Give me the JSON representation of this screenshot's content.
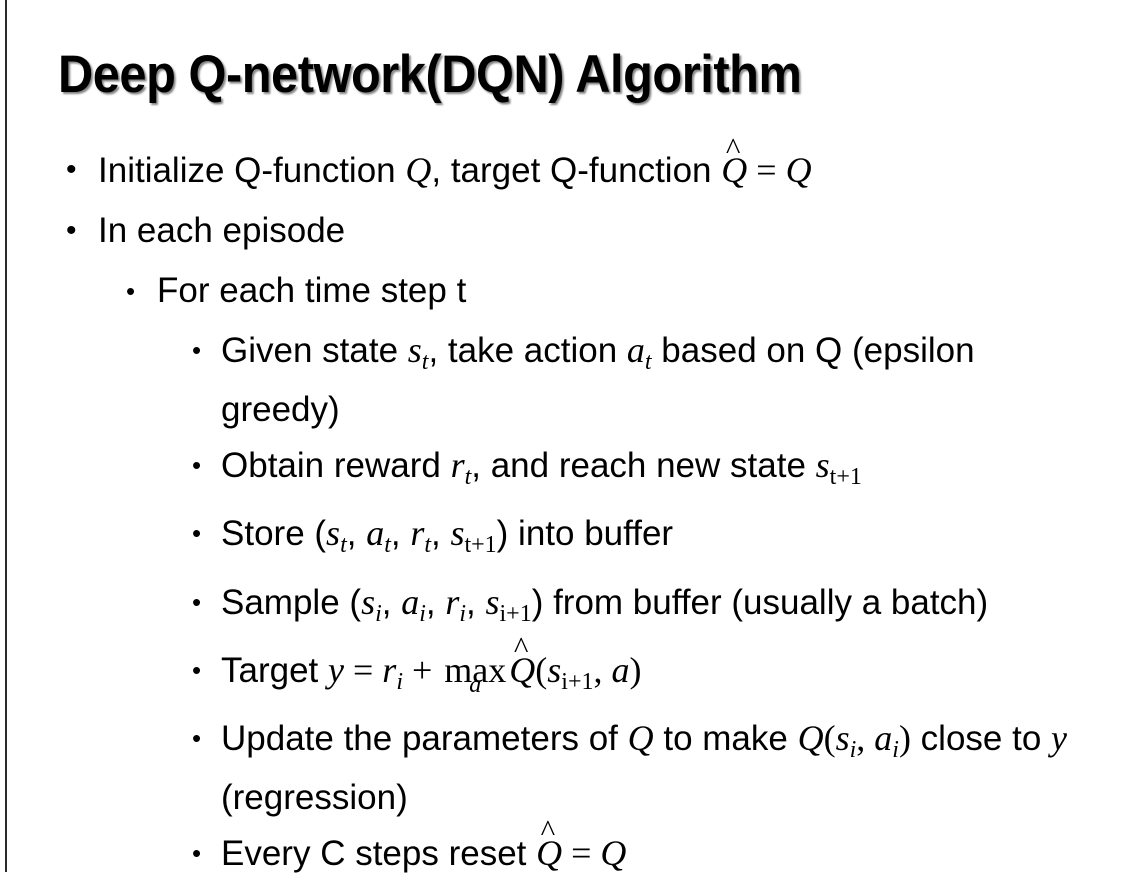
{
  "slide": {
    "title": "Deep Q-network(DQN) Algorithm",
    "background_color": "#ffffff",
    "text_color": "#000000",
    "left_rule_color": "#2b2b2b",
    "bullet_marker": "•"
  },
  "content": {
    "level1": [
      {
        "id": "initialize",
        "plain_text": "Initialize Q-function Q, target Q-function Q̂ = Q",
        "segments": {
          "t1": "Initialize Q-function ",
          "m1": "Q",
          "t2": ", target Q-function ",
          "m2": "Q",
          "hat": "̂",
          "t3": " = ",
          "m3": "Q"
        }
      },
      {
        "id": "in-each-episode",
        "plain_text": "In each episode"
      }
    ],
    "level2": [
      {
        "id": "for-each-time-step",
        "plain_text": "For each time step t"
      }
    ],
    "level3": [
      {
        "id": "given-state",
        "plain_text": "Given state s_t, take action a_t based on Q (epsilon greedy)",
        "segments": {
          "t1": "Given state ",
          "m1": "s",
          "s1": "t",
          "t2": ", take action ",
          "m2": "a",
          "s2": "t",
          "t3": " based on Q (epsilon greedy)"
        }
      },
      {
        "id": "obtain-reward",
        "plain_text": "Obtain reward r_t, and reach new state s_t+1",
        "segments": {
          "t1": "Obtain reward ",
          "m1": "r",
          "s1": "t",
          "t2": ", and reach new state ",
          "m2": "s",
          "s2": "t+1"
        }
      },
      {
        "id": "store-buffer",
        "plain_text": "Store (s_t, a_t, r_t, s_t+1) into buffer",
        "segments": {
          "t1": "Store (",
          "m1": "s",
          "s1": "t",
          "c1": ", ",
          "m2": "a",
          "s2": "t",
          "c2": ", ",
          "m3": "r",
          "s3": "t",
          "c3": ", ",
          "m4": "s",
          "s4": "t+1",
          "t2": ") into buffer"
        }
      },
      {
        "id": "sample-buffer",
        "plain_text": "Sample (s_i, a_i, r_i, s_i+1) from buffer (usually a batch)",
        "segments": {
          "t1": "Sample (",
          "m1": "s",
          "s1": "i",
          "c1": ", ",
          "m2": "a",
          "s2": "i",
          "c2": ", ",
          "m3": "r",
          "s3": "i",
          "c3": ", ",
          "m4": "s",
          "s4": "i+1",
          "t2": ") from buffer (usually a batch)"
        }
      },
      {
        "id": "target",
        "plain_text": "Target y = r_i + max_a Q̂(s_i+1, a)",
        "segments": {
          "t1": "Target ",
          "m1": "y",
          "op1": " = ",
          "m2": "r",
          "s2": "i",
          "op2": " + ",
          "max": "max",
          "max_limit": "a",
          "m3": "Q",
          "hat": "̂",
          "p1": "(",
          "m4": "s",
          "s4": "i+1",
          "c1": ", ",
          "m5": "a",
          "p2": ")"
        }
      },
      {
        "id": "update-parameters",
        "plain_text": "Update the parameters of Q to make Q(s_i, a_i) close to y (regression)",
        "segments": {
          "t1": "Update the parameters of ",
          "m1": "Q",
          "t2": " to make ",
          "m2": "Q",
          "p1": "(",
          "m3": "s",
          "s3": "i",
          "c1": ", ",
          "m4": "a",
          "s4": "i",
          "p2": ")",
          "t3": " close to ",
          "m5": "y",
          "t4": " (regression)"
        }
      },
      {
        "id": "reset-target",
        "plain_text": "Every C steps reset Q̂ = Q",
        "segments": {
          "t1": "Every C steps reset ",
          "m1": "Q",
          "hat": "̂",
          "t2": " = ",
          "m2": "Q"
        }
      }
    ]
  }
}
